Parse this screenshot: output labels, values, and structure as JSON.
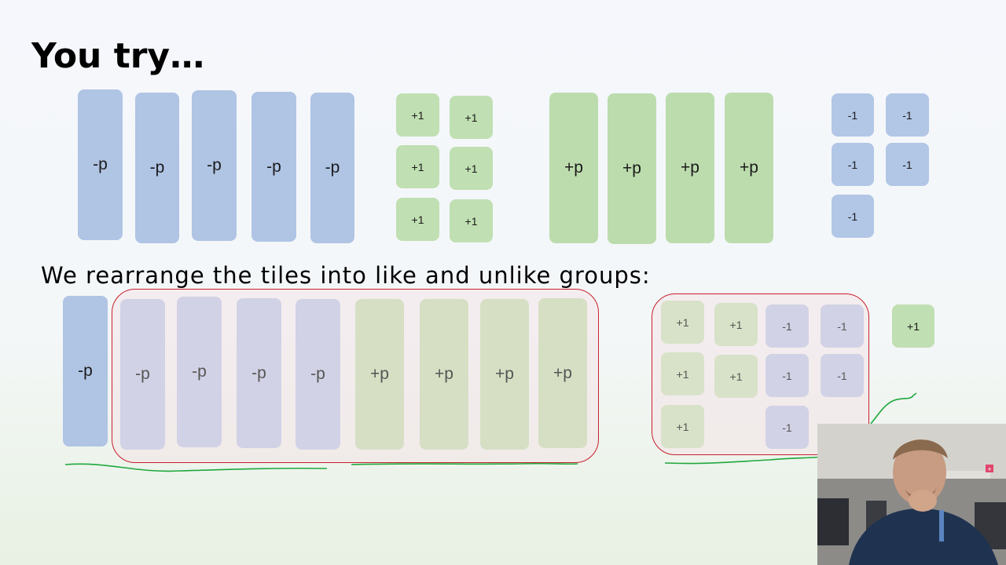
{
  "slide": {
    "title": "You try…",
    "subtitle": "We rearrange the tiles into like and unlike groups:"
  },
  "top_row": {
    "neg_p_tiles": [
      "-p",
      "-p",
      "-p",
      "-p",
      "-p"
    ],
    "pos_1_tiles": [
      "+1",
      "+1",
      "+1",
      "+1",
      "+1",
      "+1"
    ],
    "pos_p_tiles": [
      "+p",
      "+p",
      "+p",
      "+p"
    ],
    "neg_1_tiles": [
      "-1",
      "-1",
      "-1",
      "-1",
      "-1"
    ]
  },
  "bottom_row": {
    "leftover_neg_p": "-p",
    "grouped_neg_p": [
      "-p",
      "-p",
      "-p",
      "-p"
    ],
    "grouped_pos_p": [
      "+p",
      "+p",
      "+p",
      "+p"
    ],
    "grouped_pos_1": [
      "+1",
      "+1",
      "+1",
      "+1",
      "+1"
    ],
    "grouped_neg_1": [
      "-1",
      "-1",
      "-1",
      "-1",
      "-1"
    ],
    "leftover_pos_1": "+1"
  },
  "colors": {
    "negative_tile": "#b0c4e4",
    "positive_tile": "#bcdcae",
    "group_outline": "#c8202a",
    "annotation_line": "#1fa83c"
  },
  "webcam": {
    "sticky_note": "+"
  }
}
